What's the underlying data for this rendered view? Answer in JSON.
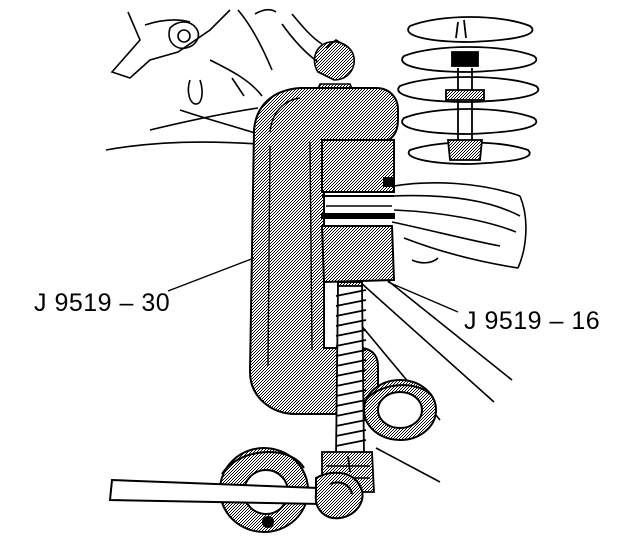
{
  "figure": {
    "callouts": [
      {
        "id": "left",
        "text": "J 9519 – 30"
      },
      {
        "id": "right",
        "text": "J 9519 – 16"
      }
    ],
    "colors": {
      "ink": "#000000",
      "background": "#ffffff",
      "tool_fill": "#b5b5b5"
    }
  }
}
